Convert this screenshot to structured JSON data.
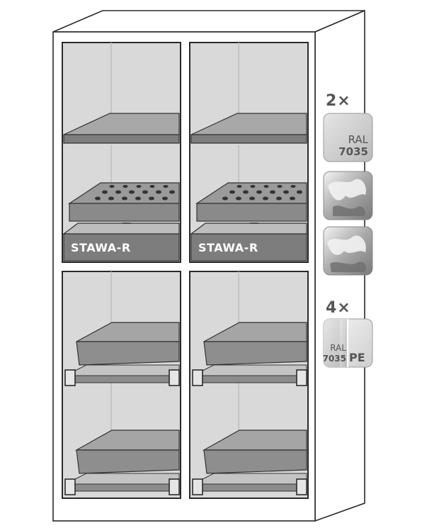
{
  "labels": {
    "stawa_left": "STAWA-R",
    "stawa_right": "STAWA-R",
    "qty_top": "2×",
    "qty_bottom": "4×"
  },
  "tiles": {
    "ral_top_label": "RAL",
    "ral_top_code": "7035",
    "ral_bottom_label": "RAL",
    "ral_bottom_code": "7035",
    "pe_label": "PE"
  },
  "colors": {
    "outline": "#2a2a2a",
    "interior": "#d9d9d9",
    "shelf": "#8a8a8a",
    "tray": "#9a9a9a",
    "stawa_bar": "#7d7d7d",
    "text": "#555555"
  }
}
